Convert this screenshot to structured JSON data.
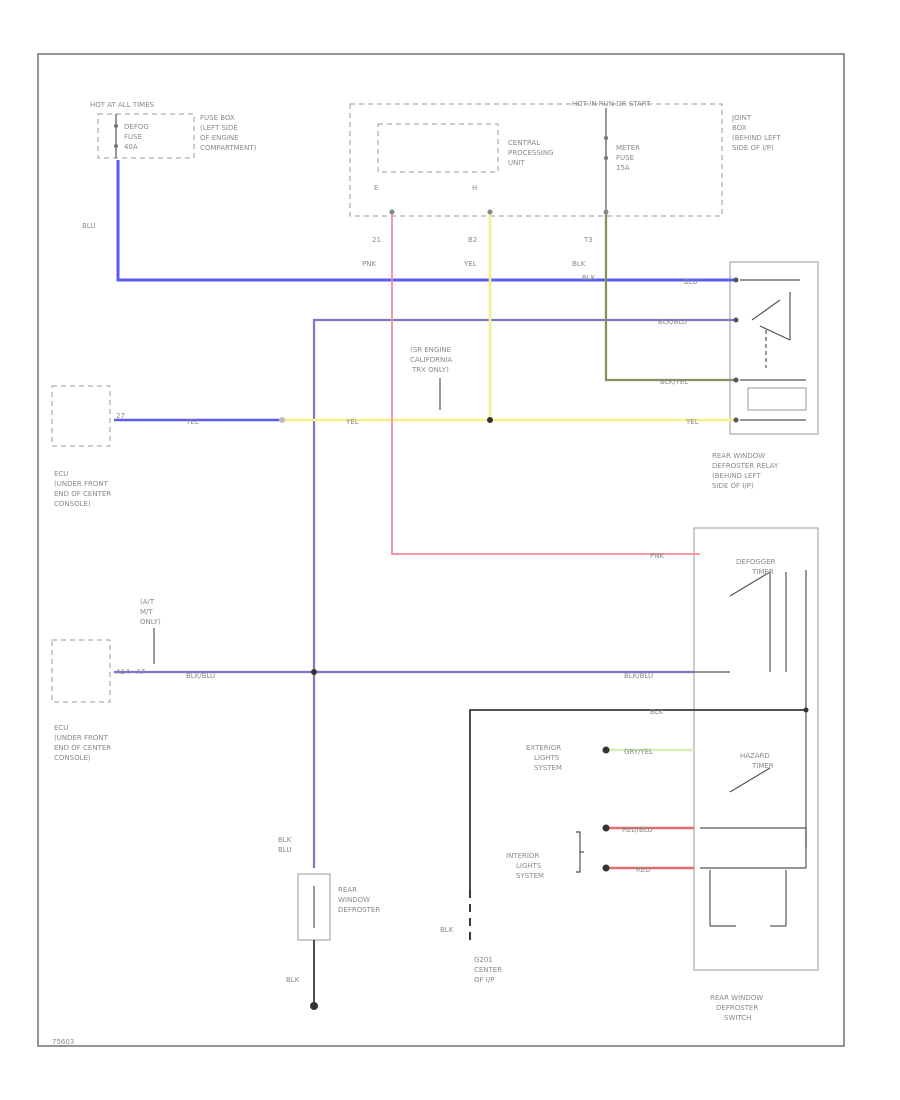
{
  "labels": {
    "hot_at_all_times": "HOT AT ALL TIMES",
    "defog_fuse": "DEFOG",
    "fuse_word": "FUSE",
    "fuse_40a": "40A",
    "fuse_box_1": "FUSE BOX",
    "fuse_box_2": "(LEFT SIDE",
    "fuse_box_3": "OF ENGINE",
    "fuse_box_4": "COMPARTMENT)",
    "hot_run_start": "HOT IN RUN OR START",
    "cpu_1": "CENTRAL",
    "cpu_2": "PROCESSING",
    "cpu_3": "UNIT",
    "cpu_pin_e": "E",
    "cpu_pin_h": "H",
    "meter_1": "METER",
    "meter_2": "FUSE",
    "meter_3": "15A",
    "jb_1": "JOINT",
    "jb_2": "BOX",
    "jb_3": "(BEHIND LEFT",
    "jb_4": "SIDE OF I/P)",
    "pin_21": "21",
    "pin_b2": "B2",
    "pin_t3": "T3",
    "w_pnk1": "PNK",
    "w_yel1": "YEL",
    "w_blk_top": "BLK",
    "w_blk2": "BLK",
    "w_blu_left": "BLU",
    "w_blu_right": "BLU",
    "w_blkblu1": "BLK/BLU",
    "w_blkyel": "BLK/YEL",
    "eng_1": "(SR ENGINE",
    "eng_2": "CALIFORNIA",
    "eng_3": "TRX ONLY)",
    "ecu_pin1": "27",
    "w_yel_ecu": "YEL",
    "w_yel_mid": "YEL",
    "w_yel_right": "YEL",
    "relay_1": "REAR WINDOW",
    "relay_2": "DEFROSTER RELAY",
    "relay_3": "(BEHIND LEFT",
    "relay_4": "SIDE OF I/P)",
    "ecu1_1": "ECU",
    "ecu1_2": "(UNDER FRONT",
    "ecu1_3": "END OF CENTER",
    "ecu1_4": "CONSOLE)",
    "w_pnk2": "PNK",
    "defogger_1": "DEFOGGER",
    "defogger_2": "TIMER",
    "atm_1": "(A/T",
    "atm_2": "M/T",
    "atm_3": "ONLY)",
    "ecu2_pin1": "A14",
    "ecu2_pin2": "A7",
    "w_blkblu2": "BLK/BLU",
    "w_blkblu3": "BLK/BLU",
    "ecu2_1": "ECU",
    "ecu2_2": "(UNDER FRONT",
    "ecu2_3": "END OF CENTER",
    "ecu2_4": "CONSOLE)",
    "w_blk3": "BLK",
    "ext_1": "EXTERIOR",
    "ext_2": "LIGHTS",
    "ext_3": "SYSTEM",
    "w_gryyel": "GRY/YEL",
    "hazard_1": "HAZARD",
    "hazard_2": "TIMER",
    "int_1": "INTERIOR",
    "int_2": "LIGHTS",
    "int_3": "SYSTEM",
    "w_redblu": "RED/BLU",
    "w_red": "RED",
    "w_blk4a": "BLK",
    "w_blk4b": "BLU",
    "defroster_1": "REAR",
    "defroster_2": "WINDOW",
    "defroster_3": "DEFROSTER",
    "w_blk5": "BLK",
    "g_1": "G201",
    "g_2": "CENTER",
    "g_3": "OF I/P",
    "w_blk6": "BLK",
    "switch_1": "REAR WINDOW",
    "switch_2": "DEFROSTER",
    "switch_3": "SWITCH",
    "code": "75603"
  },
  "colors": {
    "blue": "#5b5bf0",
    "yellow": "#f7f08a",
    "pink": "#f58a9c",
    "navy": "#7a7ac4",
    "olive": "#8d8d5c",
    "black": "#3a3a3a",
    "red": "#e07070",
    "green": "#d7efb6"
  }
}
